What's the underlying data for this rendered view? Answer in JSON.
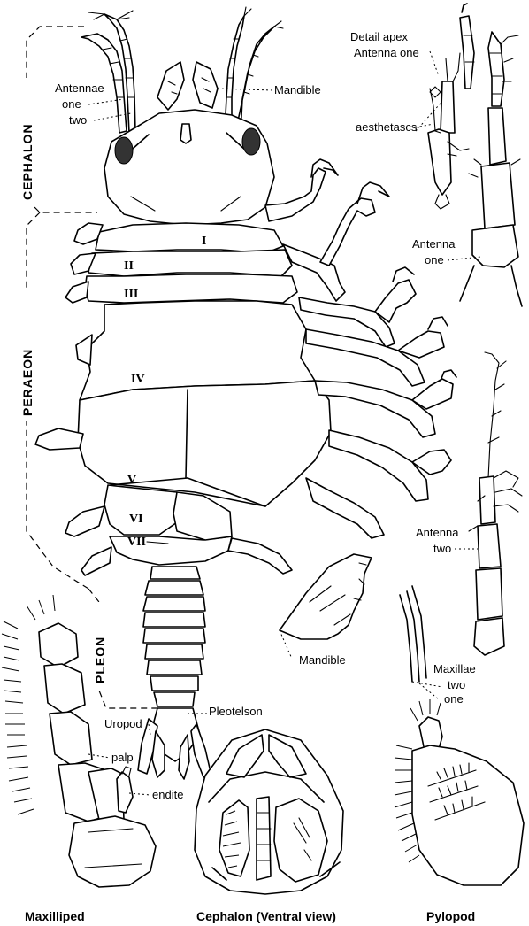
{
  "labels": {
    "cephalon": "CEPHALON",
    "peraeon": "PERAEON",
    "pleon": "PLEON",
    "antennae": "Antennae",
    "antennae_one": "one",
    "antennae_two": "two",
    "mandible_top": "Mandible",
    "detail_apex": "Detail apex",
    "antenna_one_title": "Antenna one",
    "aesthetascs": "aesthetascs",
    "antenna_one_a": "Antenna",
    "antenna_one_b": "one",
    "antenna_two_a": "Antenna",
    "antenna_two_b": "two",
    "mandible_detail": "Mandible",
    "maxillae": "Maxillae",
    "maxillae_two": "two",
    "maxillae_one": "one",
    "uropod": "Uropod",
    "pleotelson": "Pleotelson",
    "palp": "palp",
    "endite": "endite",
    "seg_1": "I",
    "seg_2": "II",
    "seg_3": "III",
    "seg_4": "IV",
    "seg_5": "V",
    "seg_6": "VI",
    "seg_7": "VII"
  },
  "captions": {
    "maxilliped": "Maxilliped",
    "cephalon_ventral": "Cephalon (Ventral view)",
    "pylopod": "Pylopod"
  }
}
